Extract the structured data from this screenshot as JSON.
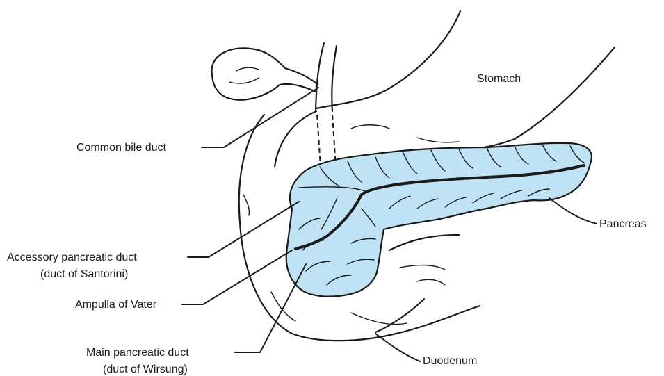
{
  "colors": {
    "pancreas_fill": "#bfe3f5",
    "line": "#1a1a1a",
    "background": "#ffffff"
  },
  "labels": {
    "stomach": "Stomach",
    "common_bile_duct": "Common bile duct",
    "pancreas": "Pancreas",
    "accessory_duct_line1": "Accessory pancreatic duct",
    "accessory_duct_line2": "(duct of Santorini)",
    "ampulla": "Ampulla of Vater",
    "main_duct_line1": "Main pancreatic duct",
    "main_duct_line2": "(duct of Wirsung)",
    "duodenum": "Duodenum"
  }
}
